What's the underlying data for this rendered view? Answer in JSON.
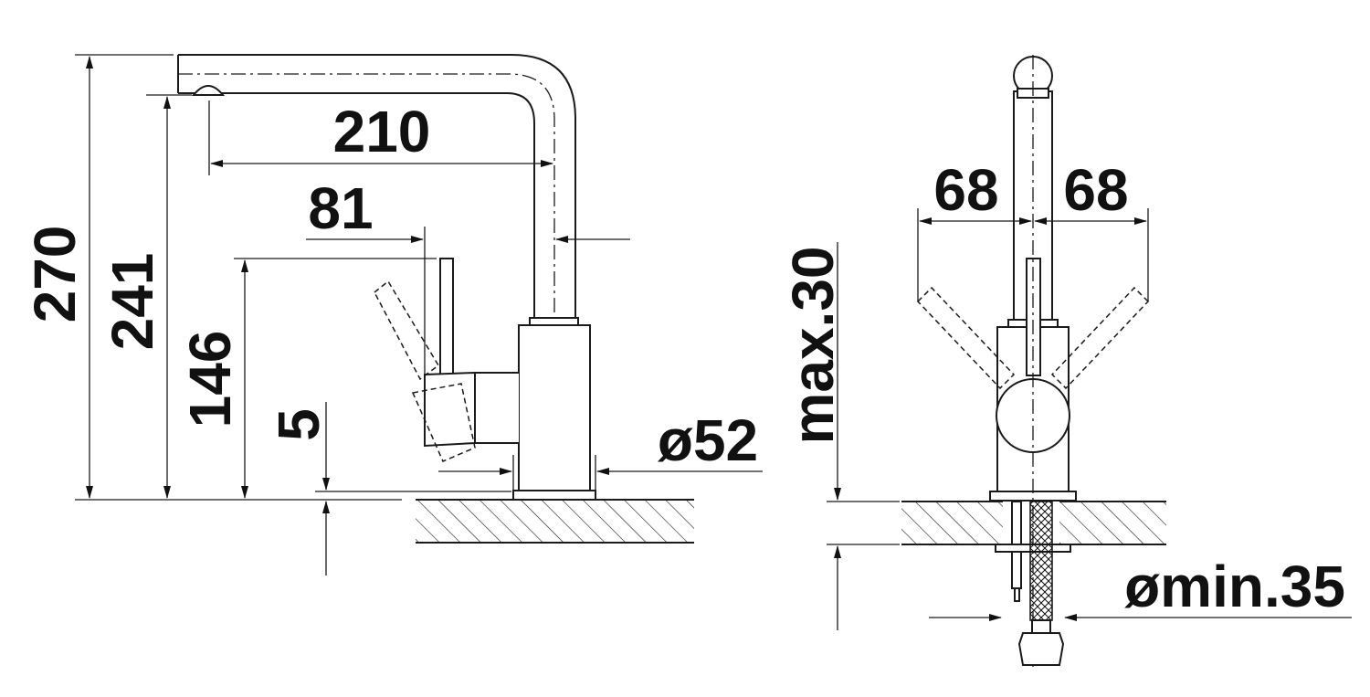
{
  "side_view": {
    "dim_total_height": "270",
    "dim_outlet_height": "241",
    "dim_handle_height": "146",
    "dim_base_clearance": "5",
    "dim_spout_reach": "210",
    "dim_handle_offset": "81",
    "dim_base_diameter": "ø52"
  },
  "front_view": {
    "dim_swing_left": "68",
    "dim_swing_right": "68",
    "dim_max_thickness": "max.30",
    "dim_hole_diameter": "ømin.35"
  }
}
